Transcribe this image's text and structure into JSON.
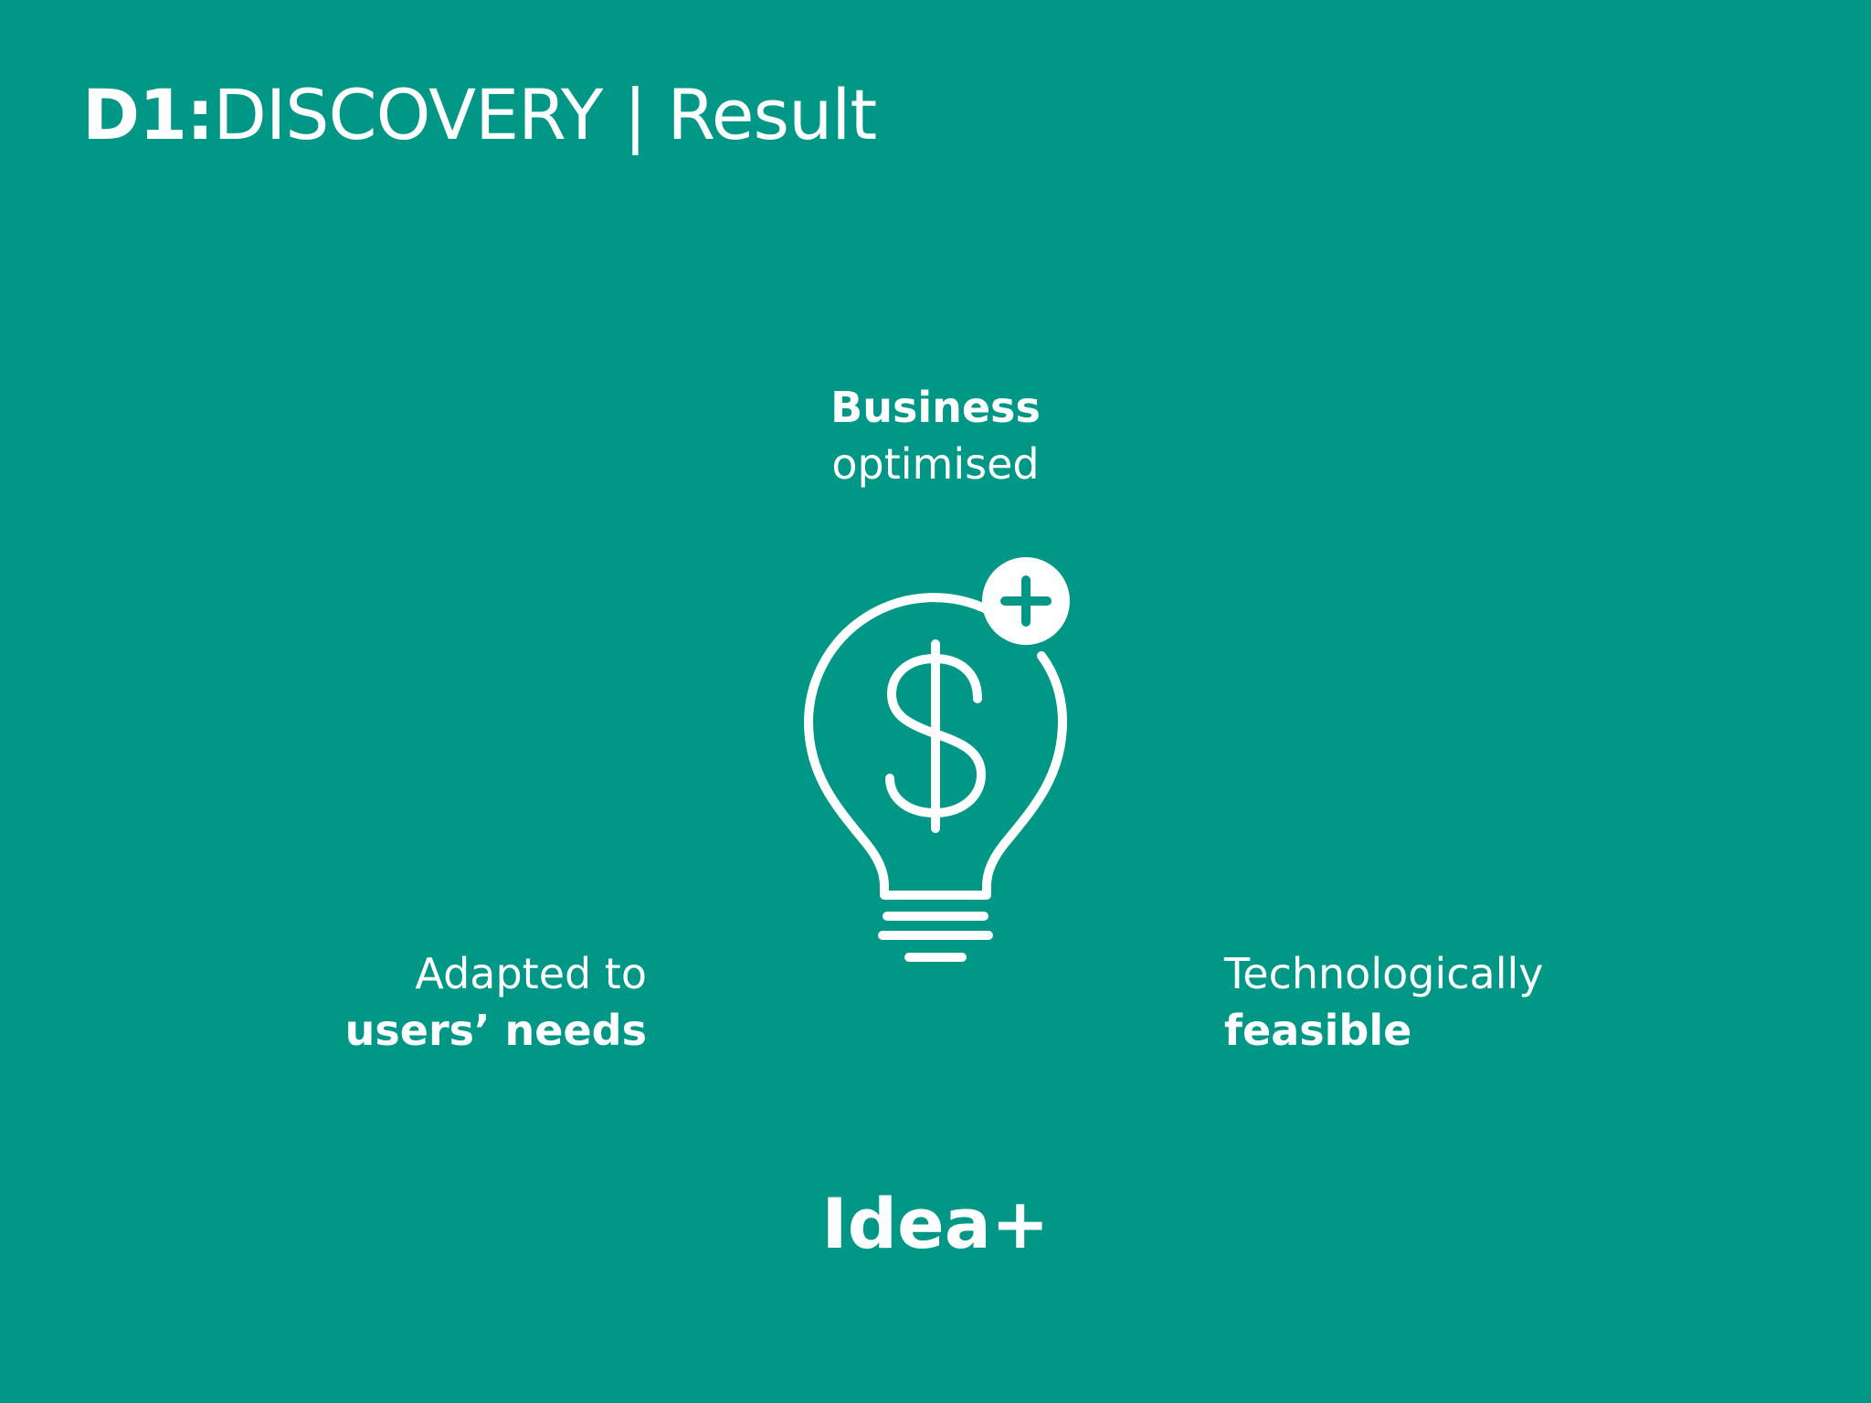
{
  "slide": {
    "background_color": "#009787",
    "text_color": "#ffffff"
  },
  "header": {
    "title_bold": "D1:",
    "title_rest": "DISCOVERY | Result"
  },
  "diagram": {
    "top": {
      "line1": "Business",
      "line2": "optimised"
    },
    "left": {
      "line1": "Adapted to",
      "line2": "users’ needs"
    },
    "right": {
      "line1": "Technologically",
      "line2": "feasible"
    },
    "center_icon": "lightbulb-dollar-plus-icon",
    "result": "Idea+"
  }
}
